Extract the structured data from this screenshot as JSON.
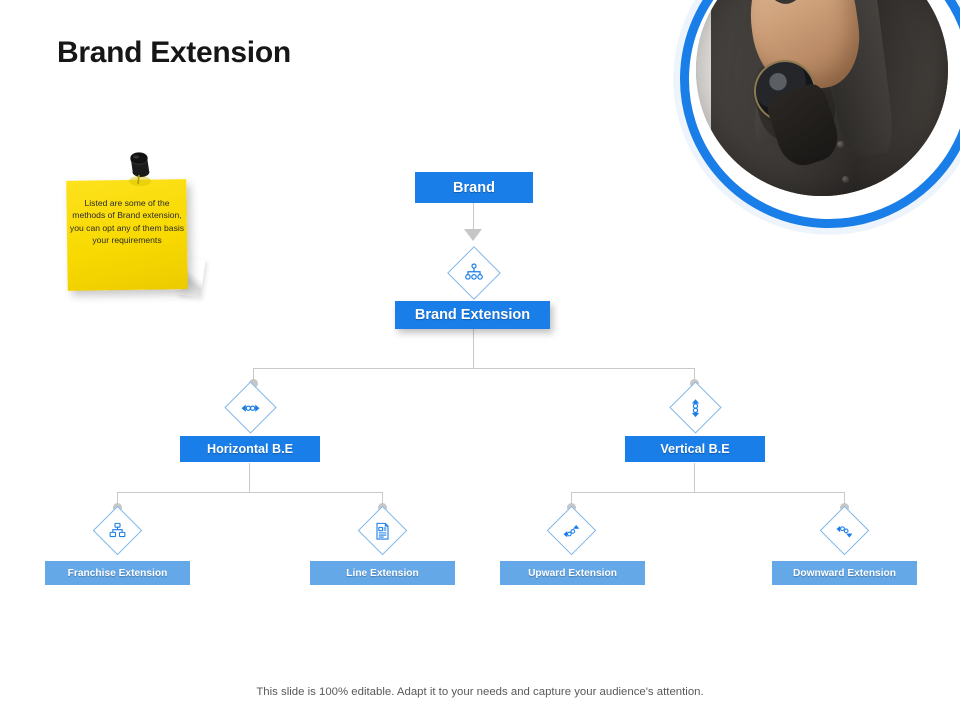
{
  "slide": {
    "title": "Brand Extension",
    "footer": "This slide is 100% editable. Adapt it to your needs and capture your audience's attention."
  },
  "colors": {
    "primary_blue": "#1a7ee8",
    "light_blue": "#64a8e8",
    "sticky_yellow": "#f8d900",
    "connector_gray": "#c9c9c9",
    "title_black": "#161616",
    "footer_gray": "#595959"
  },
  "sticky_note": {
    "text": "Listed are some of the methods of Brand extension, you can opt any of them basis your requirements",
    "pin_icon": "pushpin-icon"
  },
  "hero": {
    "image_alt": "businessman-in-suit-with-wristwatch",
    "ring_color": "#1a7ee8"
  },
  "chart": {
    "root": {
      "label": "Brand"
    },
    "level1": {
      "label": "Brand Extension",
      "icon": "org-hierarchy-icon"
    },
    "level2": [
      {
        "label": "Horizontal B.E",
        "icon": "horizontal-arrows-icon"
      },
      {
        "label": "Vertical B.E",
        "icon": "vertical-arrows-icon"
      }
    ],
    "level3": [
      {
        "label": "Franchise  Extension",
        "icon": "network-nodes-icon"
      },
      {
        "label": "Line Extension",
        "icon": "document-icon"
      },
      {
        "label": "Upward  Extension",
        "icon": "upward-arrow-icon"
      },
      {
        "label": "Downward  Extension",
        "icon": "downward-arrow-icon"
      }
    ]
  }
}
